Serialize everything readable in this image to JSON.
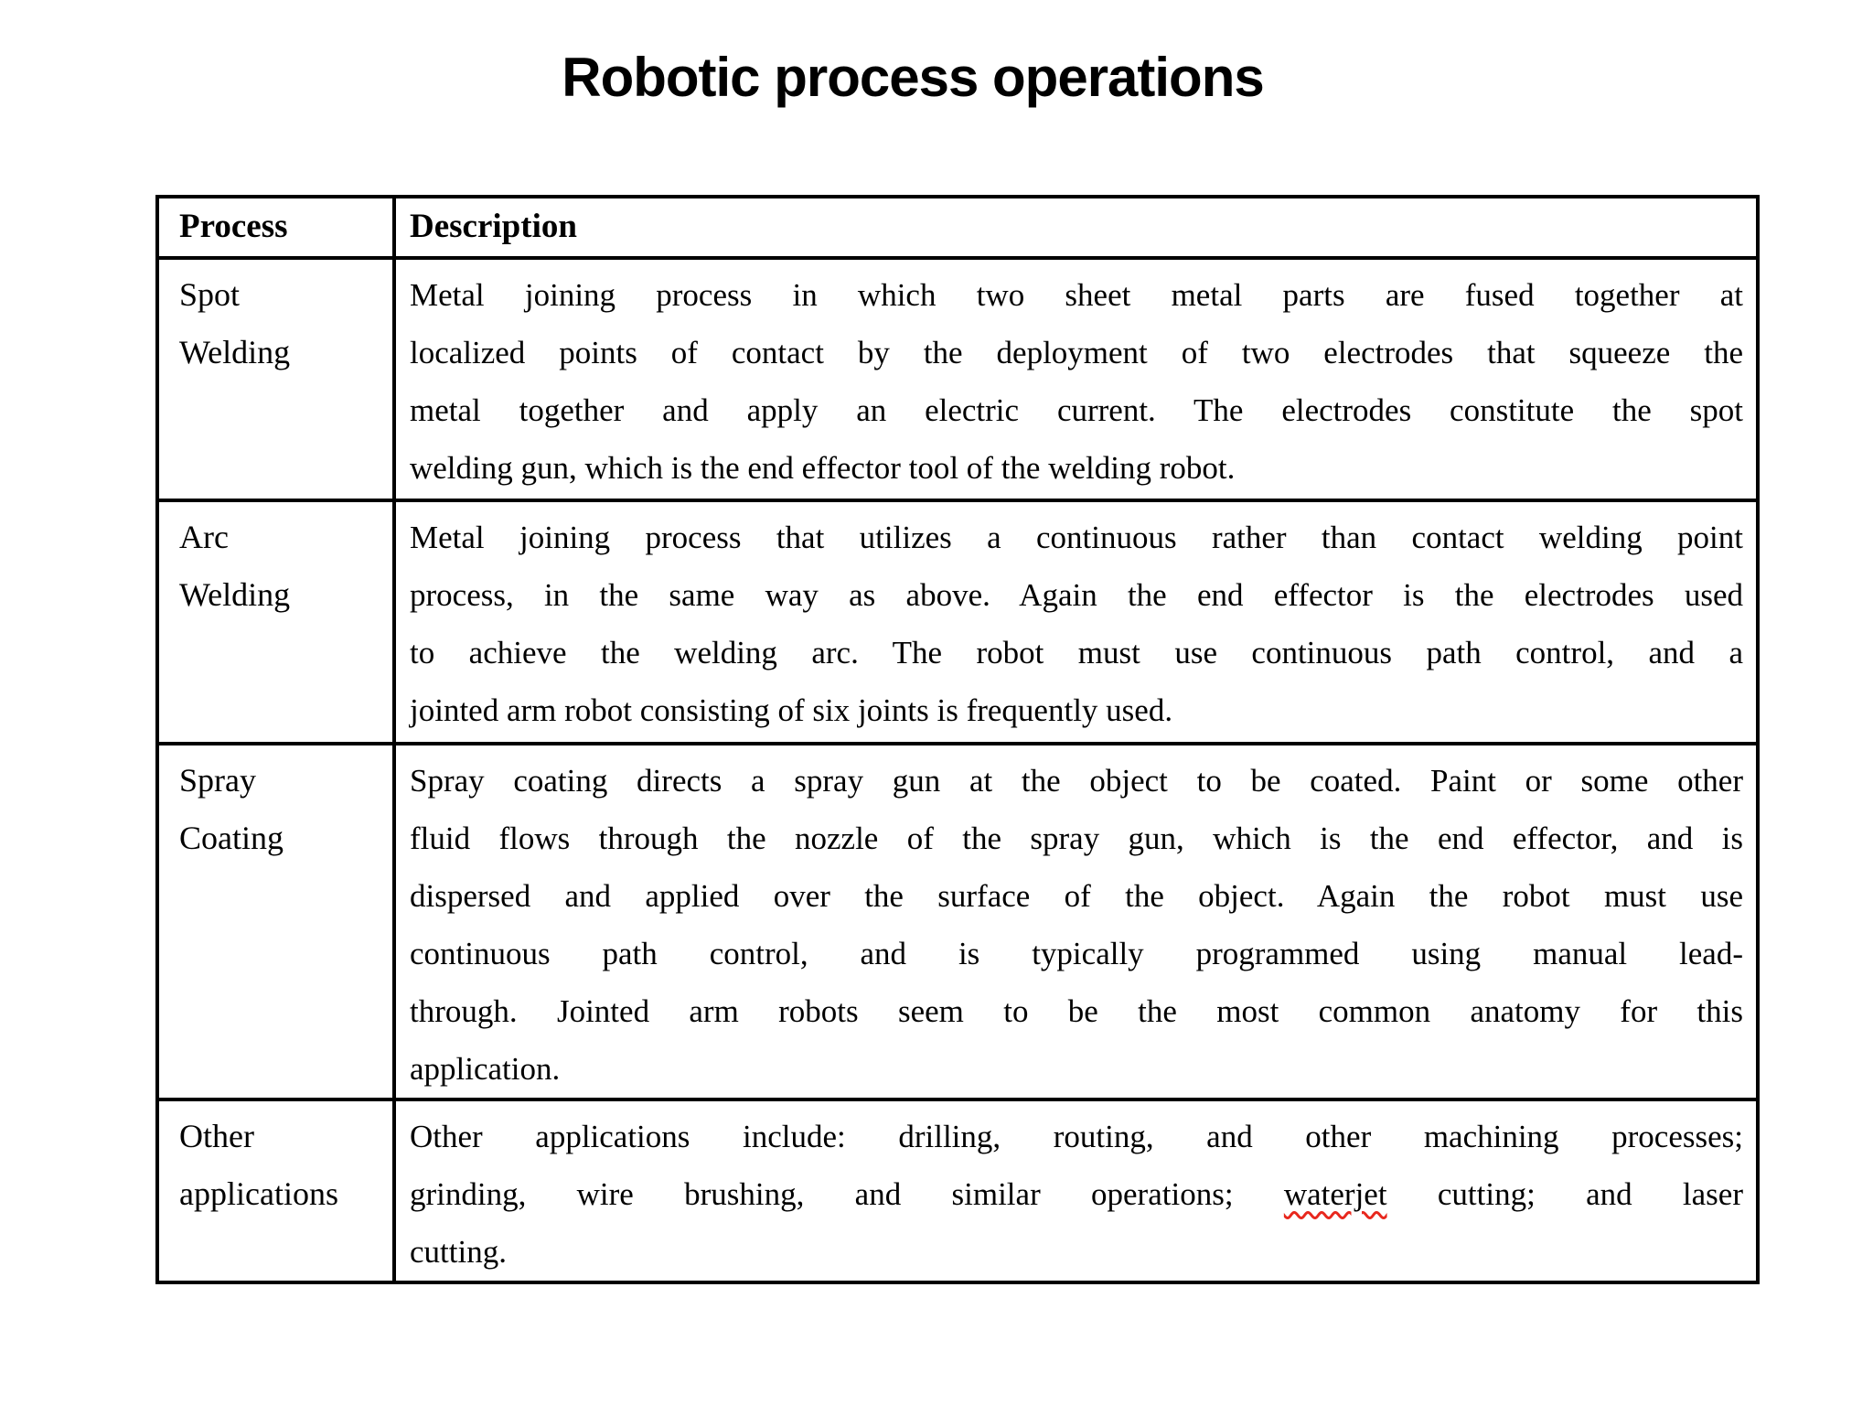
{
  "page": {
    "title": "Robotic process operations",
    "background_color": "#ffffff",
    "text_color": "#000000"
  },
  "table": {
    "border_color": "#000000",
    "headers": [
      "Process",
      "Description"
    ],
    "misspelled": {
      "word": "waterjet",
      "underline_color": "#e8281e"
    },
    "rows": [
      {
        "process_lines": [
          "Spot",
          "Welding"
        ],
        "description_lines": [
          "Metal joining process in which two sheet metal parts are fused together at",
          "localized points of contact by the deployment of two electrodes that squeeze the",
          "metal together and apply an electric current. The electrodes constitute the spot",
          "welding gun, which is the end effector tool of the welding robot."
        ]
      },
      {
        "process_lines": [
          "Arc",
          "Welding"
        ],
        "description_lines": [
          "Metal joining process that utilizes a continuous rather than contact welding point",
          "process, in the same way as above. Again the end effector is the electrodes used",
          "to achieve the welding arc. The robot must use continuous path control, and a",
          "jointed arm robot consisting of six joints is frequently used."
        ]
      },
      {
        "process_lines": [
          "Spray",
          "Coating"
        ],
        "description_lines": [
          "Spray coating directs a spray gun at the object to be coated. Paint or some other",
          "fluid flows through the nozzle of the spray gun, which is the end effector, and is",
          "dispersed and applied over the surface of the object. Again the robot must use",
          "continuous path control, and is typically programmed using manual lead-",
          "through. Jointed arm robots seem to be the most common anatomy for this",
          "application."
        ]
      },
      {
        "process_lines": [
          "Other",
          "applications"
        ],
        "description_lines": [
          "Other applications include: drilling, routing, and other machining processes;",
          "grinding, wire brushing, and similar operations; waterjet cutting; and laser",
          "cutting."
        ]
      }
    ]
  }
}
